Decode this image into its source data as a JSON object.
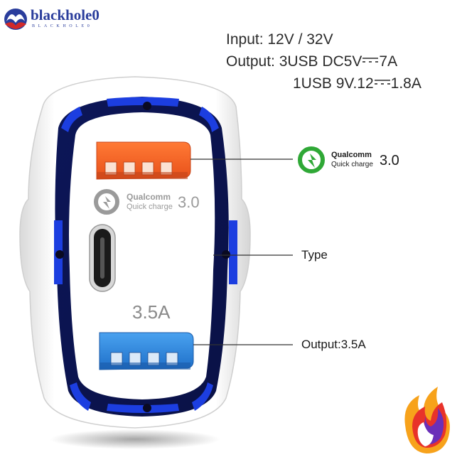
{
  "brand": {
    "name": "blackhole0",
    "subname": "BLACKHOLE0"
  },
  "specs": {
    "input": "Input: 12V / 32V",
    "output_line1_prefix": "Output: 3USB DC5V",
    "output_line1_suffix": "7A",
    "output_line2_prefix": "1USB 9V.12",
    "output_line2_suffix": "1.8A"
  },
  "charger": {
    "qc_brand": "Qualcomm",
    "qc_subtitle": "Quick charge",
    "qc_version": "3.0",
    "port_bottom_label": "3.5A"
  },
  "callouts": {
    "qc_brand": "Qualcomm",
    "qc_subtitle": "Quick charge",
    "qc_version": "3.0",
    "type_label": "Type",
    "output_label": "Output:3.5A"
  },
  "colors": {
    "brand_blue": "#2a3d9c",
    "qc_green": "#2fa836",
    "usb_orange": "#f0601e",
    "usb_blue": "#2a86d8",
    "ring_navy": "#0c1658",
    "ring_led": "#1c3ee0"
  },
  "icons": [
    "brand-logo-icon",
    "qualcomm-qc-icon",
    "usb-c-port-icon",
    "corner-flame-logo-icon",
    "dc-symbol-icon"
  ]
}
